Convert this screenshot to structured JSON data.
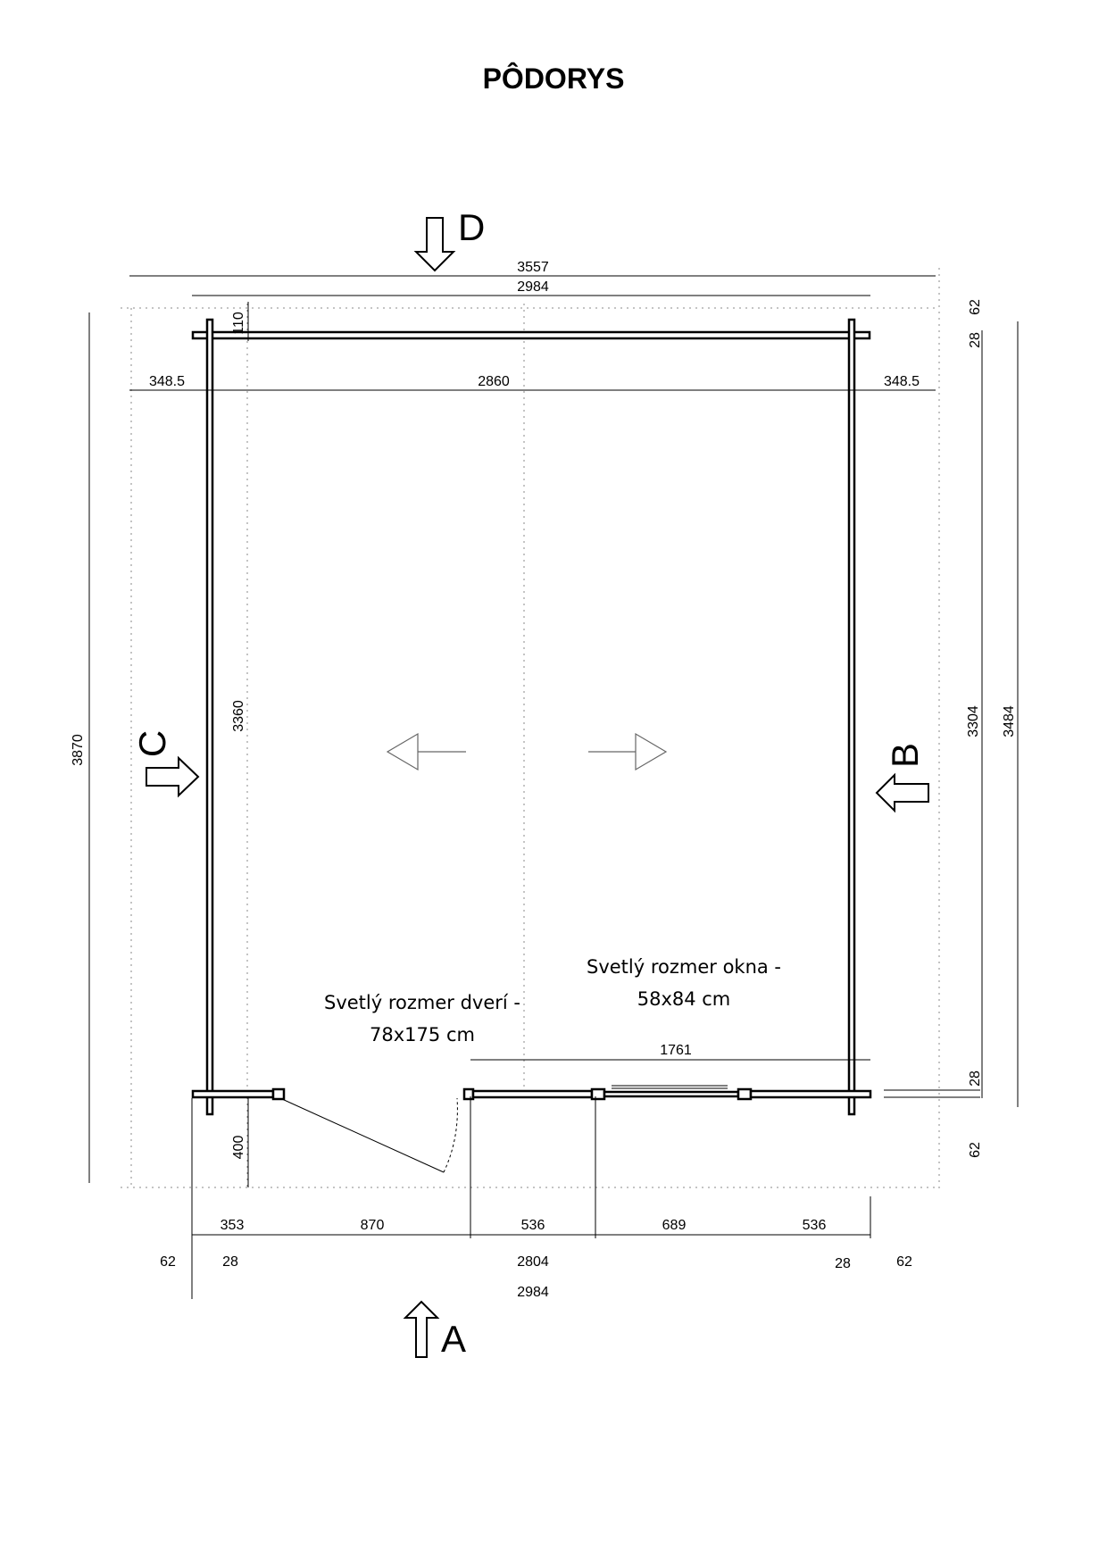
{
  "title": "PÔDORYS",
  "views": {
    "a": "A",
    "b": "B",
    "c": "C",
    "d": "D"
  },
  "dimensions": {
    "overall_width": "3557",
    "top_width": "2984",
    "left_overhang": "348.5",
    "inner_width": "2860",
    "right_overhang": "348.5",
    "top_62": "62",
    "top_28": "28",
    "left_110": "110",
    "inner_depth": "3360",
    "overall_depth": "3870",
    "right_3304": "3304",
    "right_3484": "3484",
    "bottom_28": "28",
    "bottom_62": "62",
    "left_400": "400",
    "window_span": "1761",
    "seg_353": "353",
    "seg_870": "870",
    "seg_536a": "536",
    "seg_689": "689",
    "seg_536b": "536",
    "left_62": "62",
    "left_28": "28",
    "mid_2804": "2804",
    "right_28": "28",
    "right_62": "62",
    "bottom_width": "2984"
  },
  "notes": {
    "door_line1": "Svetlý rozmer dverí -",
    "door_line2": "78x175 cm",
    "window_line1": "Svetlý rozmer okna -",
    "window_line2": "58x84 cm"
  }
}
